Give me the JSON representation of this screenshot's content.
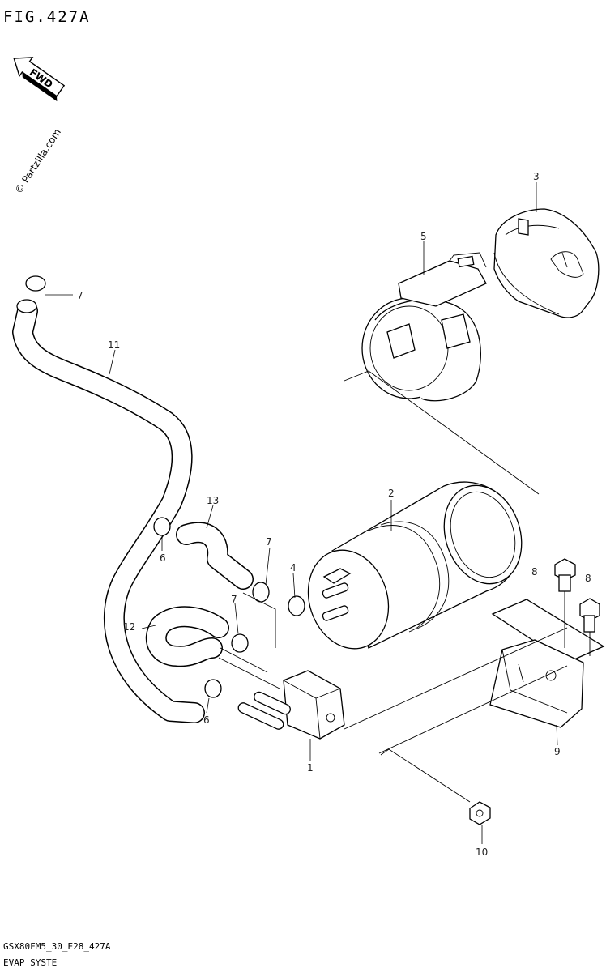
{
  "title": "FIG.427A",
  "fwd_label": "FWD",
  "watermark": "© Partzilla.com",
  "footer": {
    "code": "GSX80FM5_30_E28_427A",
    "name": "EVAP SYSTE"
  },
  "callouts": [
    "1",
    "2",
    "3",
    "4",
    "5",
    "6",
    "6",
    "7",
    "7",
    "7",
    "8",
    "8",
    "9",
    "10",
    "11",
    "12",
    "13"
  ]
}
